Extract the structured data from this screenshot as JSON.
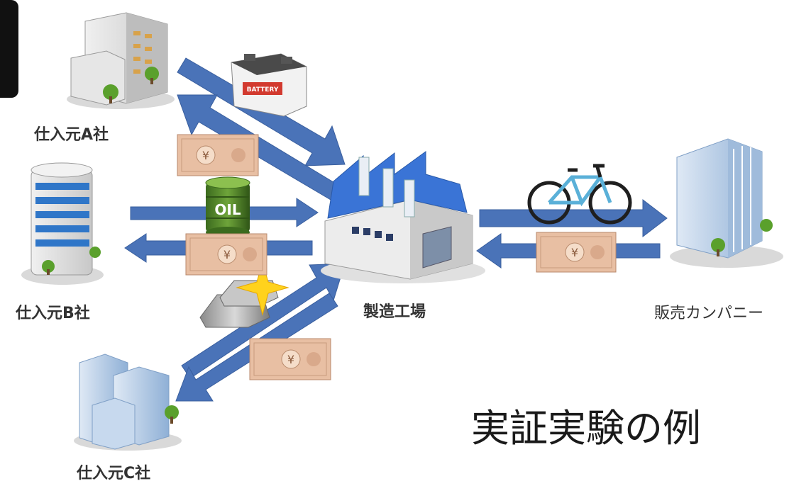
{
  "labels": {
    "supplier_a": "仕入元A社",
    "supplier_b": "仕入元B社",
    "supplier_c": "仕入元C社",
    "factory": "製造工場",
    "sales_company": "販売カンパニー"
  },
  "caption": "実証実験の例",
  "items": {
    "battery": "BATTERY",
    "oil": "OIL",
    "yen": "¥"
  },
  "colors": {
    "arrow": "#4a73b8",
    "factory_roof": "#3a74d6",
    "money": "#e8bfa3"
  }
}
